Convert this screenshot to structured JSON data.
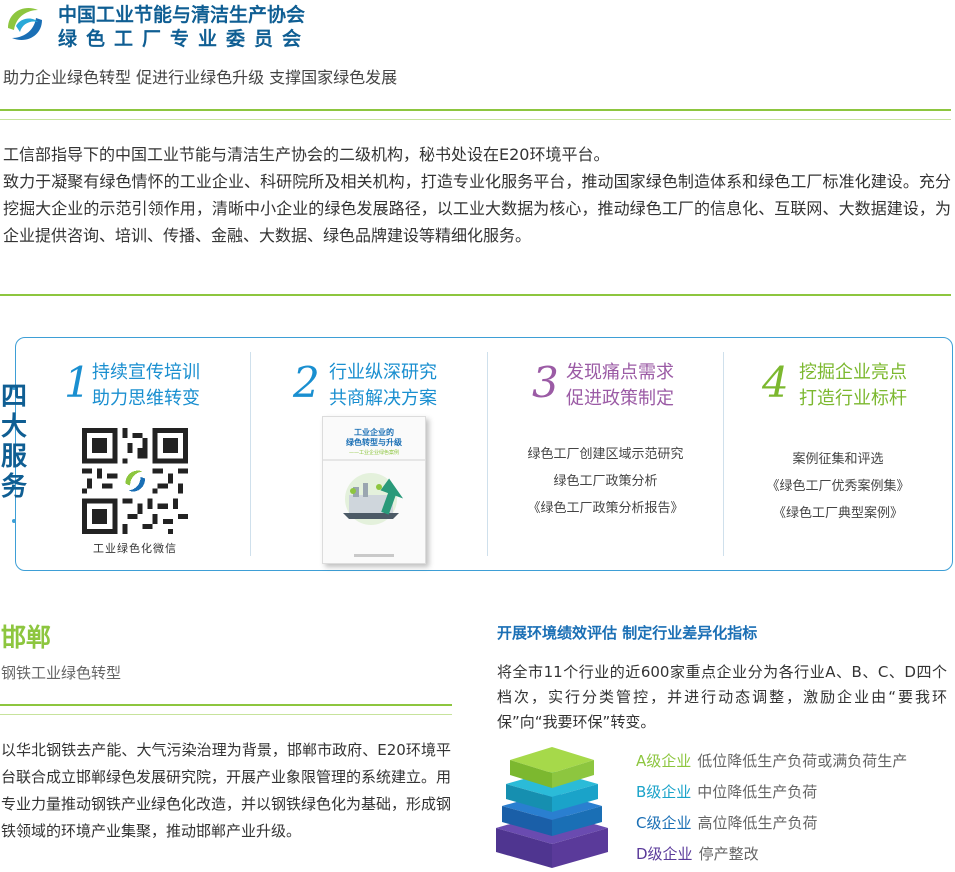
{
  "header": {
    "org_name": "中国工业节能与清洁生产协会",
    "org_sub": "绿色工厂专业委员会",
    "slogan": "助力企业绿色转型 促进行业绿色升级 支撑国家绿色发展"
  },
  "intro": [
    "工信部指导下的中国工业节能与清洁生产协会的二级机构，秘书处设在E20环境平台。",
    "致力于凝聚有绿色情怀的工业企业、科研院所及相关机构，打造专业化服务平台，推动国家绿色制造体系和绿色工厂标准化建设。充分挖掘大企业的示范引领作用，清晰中小企业的绿色发展路径，以工业大数据为核心，推动绿色工厂的信息化、互联网、大数据建设，为企业提供咨询、培训、传播、金融、大数据、绿色品牌建设等精细化服务。"
  ],
  "services": {
    "title": [
      "四",
      "大",
      "服",
      "务"
    ],
    "items": [
      {
        "num": "1",
        "line1": "持续宣传培训",
        "line2": "助力思维转变",
        "color": "#1a8fd0",
        "caption": "工业绿色化微信"
      },
      {
        "num": "2",
        "line1": "行业纵深研究",
        "line2": "共商解决方案",
        "color": "#1a8fd0",
        "book_title_1": "工业企业的",
        "book_title_2": "绿色转型与升级",
        "book_subtitle": "——工业企业绿色案例"
      },
      {
        "num": "3",
        "line1": "发现痛点需求",
        "line2": "促进政策制定",
        "color": "#9b5ba5",
        "lines": [
          "绿色工厂创建区域示范研究",
          "绿色工厂政策分析",
          "《绿色工厂政策分析报告》"
        ]
      },
      {
        "num": "4",
        "line1": "挖掘企业亮点",
        "line2": "打造行业标杆",
        "color": "#7cb82f",
        "lines": [
          "案例征集和评选",
          "《绿色工厂优秀案例集》",
          "《绿色工厂典型案例》"
        ]
      }
    ]
  },
  "handan": {
    "title": "邯郸",
    "subtitle": "钢铁工业绿色转型",
    "text": "以华北钢铁去产能、大气污染治理为背景，邯郸市政府、E20环境平台联合成立邯郸绿色发展研究院，开展产业象限管理的系统建立。用专业力量推动钢铁产业绿色化改造，并以钢铁绿色化为基础，形成钢铁领域的环境产业集聚，推动邯郸产业升级。"
  },
  "evaluation": {
    "title": "开展环境绩效评估 制定行业差异化指标",
    "text": "将全市11个行业的近600家重点企业分为各行业A、B、C、D四个档次，实行分类管控，并进行动态调整，激励企业由“要我环保”向“我要环保”转变。",
    "grades": [
      {
        "label": "A级企业",
        "desc": "低位降低生产负荷或满负荷生产",
        "color": "#8dc63f"
      },
      {
        "label": "B级企业",
        "desc": "中位降低生产负荷",
        "color": "#1aa3c9"
      },
      {
        "label": "C级企业",
        "desc": "高位降低生产负荷",
        "color": "#1a6fb5"
      },
      {
        "label": "D级企业",
        "desc": "停产整改",
        "color": "#5a3a9a"
      }
    ]
  }
}
